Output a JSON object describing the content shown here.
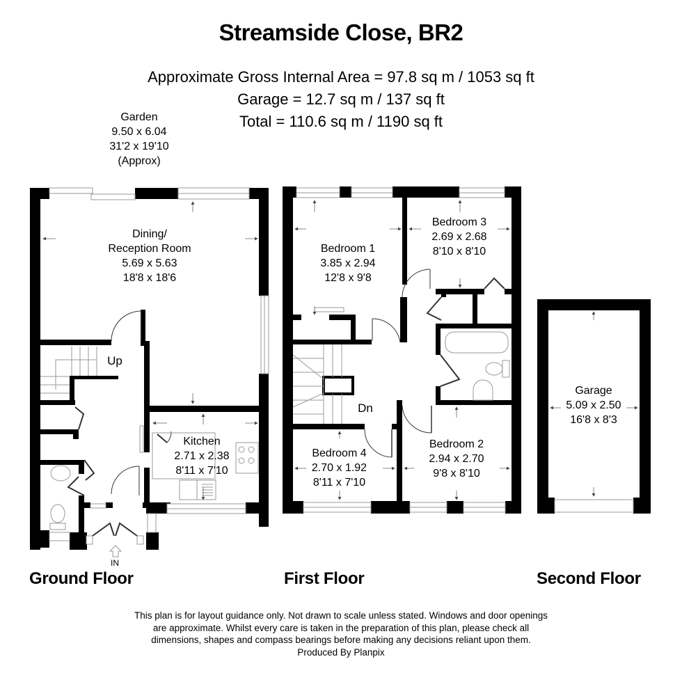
{
  "header": {
    "title": "Streamside Close, BR2",
    "areas": [
      "Approximate Gross Internal Area = 97.8 sq m / 1053 sq ft",
      "Garage = 12.7 sq m / 137 sq ft",
      "Total = 110.6 sq m / 1190 sq ft"
    ]
  },
  "garden": {
    "name": "Garden",
    "metric": "9.50 x 6.04",
    "imperial": "31'2 x 19'10",
    "note": "(Approx)"
  },
  "floors": {
    "ground": {
      "label": "Ground Floor",
      "rooms": {
        "dining": {
          "name_line1": "Dining/",
          "name_line2": "Reception Room",
          "metric": "5.69 x 5.63",
          "imperial": "18'8 x 18'6"
        },
        "kitchen": {
          "name": "Kitchen",
          "metric": "2.71 x 2.38",
          "imperial": "8'11 x 7'10"
        }
      },
      "stairs_label": "Up",
      "entrance_label": "IN"
    },
    "first": {
      "label": "First Floor",
      "rooms": {
        "bedroom1": {
          "name": "Bedroom 1",
          "metric": "3.85 x 2.94",
          "imperial": "12'8 x 9'8"
        },
        "bedroom2": {
          "name": "Bedroom 2",
          "metric": "2.94 x 2.70",
          "imperial": "9'8 x 8'10"
        },
        "bedroom3": {
          "name": "Bedroom 3",
          "metric": "2.69 x 2.68",
          "imperial": "8'10 x 8'10"
        },
        "bedroom4": {
          "name": "Bedroom 4",
          "metric": "2.70 x 1.92",
          "imperial": "8'11 x 7'10"
        }
      },
      "stairs_label": "Dn"
    },
    "second": {
      "label": "Second Floor",
      "rooms": {
        "garage": {
          "name": "Garage",
          "metric": "5.09 x 2.50",
          "imperial": "16'8 x 8'3"
        }
      }
    }
  },
  "footer": {
    "disclaimer_lines": [
      "This plan is for layout guidance only. Not drawn to scale unless stated. Windows and door openings",
      "are approximate. Whilst every care is taken in the preparation of this plan, please check all",
      "dimensions, shapes and compass bearings before making any decisions reliant upon them."
    ],
    "producer": "Produced By Planpix"
  },
  "colors": {
    "wall": "#000000",
    "fixture": "#8a8a8a",
    "background": "#ffffff"
  }
}
